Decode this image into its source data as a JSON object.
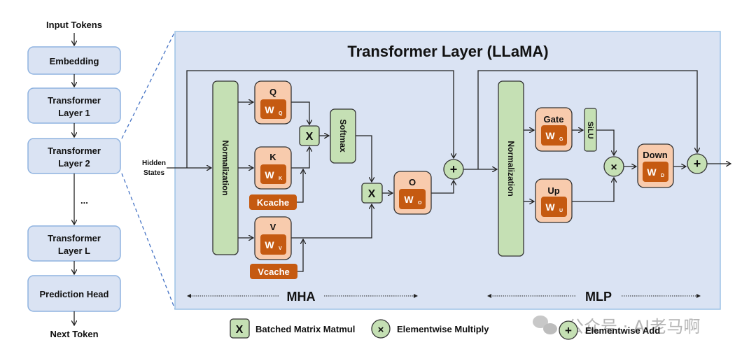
{
  "overview": {
    "input_label": "Input Tokens",
    "output_label": "Next Token",
    "ellipsis": "...",
    "blocks": [
      {
        "id": "embedding",
        "lines": [
          "Embedding"
        ]
      },
      {
        "id": "layer-1",
        "lines": [
          "Transformer",
          "Layer 1"
        ]
      },
      {
        "id": "layer-2",
        "lines": [
          "Transformer",
          "Layer 2"
        ]
      },
      {
        "id": "layer-l",
        "lines": [
          "Transformer",
          "Layer L"
        ]
      },
      {
        "id": "prediction-head",
        "lines": [
          "Prediction Head"
        ]
      }
    ]
  },
  "layer": {
    "title": "Transformer Layer (LLaMA)",
    "hidden_states": [
      "Hidden",
      "States"
    ],
    "mha": {
      "normalization": "Normalization",
      "q": {
        "label": "Q",
        "weight": "W",
        "sub": "Q"
      },
      "k": {
        "label": "K",
        "weight": "W",
        "sub": "K"
      },
      "v": {
        "label": "V",
        "weight": "W",
        "sub": "V"
      },
      "o": {
        "label": "O",
        "weight": "W",
        "sub": "O"
      },
      "kcache": "Kcache",
      "vcache": "Vcache",
      "softmax": "Softmax",
      "section_label": "MHA"
    },
    "mlp": {
      "normalization": "Normalization",
      "gate": {
        "label": "Gate",
        "weight": "W",
        "sub": "G"
      },
      "up": {
        "label": "Up",
        "weight": "W",
        "sub": "U"
      },
      "down": {
        "label": "Down",
        "weight": "W",
        "sub": "D"
      },
      "silu": "SiLU",
      "section_label": "MLP"
    },
    "op_symbols": {
      "matmul": "X",
      "multiply": "×",
      "add": "+"
    }
  },
  "legend": [
    {
      "symbol": "X",
      "shape": "square",
      "label": "Batched Matrix Matmul"
    },
    {
      "symbol": "×",
      "shape": "circle",
      "label": "Elementwise Multiply"
    },
    {
      "symbol": "+",
      "shape": "circle",
      "label": "Elementwise Add"
    }
  ],
  "watermark": "公众号 · AI老马啊",
  "colors": {
    "block_fill": "#dae3f3",
    "block_stroke": "#8fb3e0",
    "panel_fill": "#dae3f3",
    "green_fill": "#c5e0b4",
    "peach_fill": "#f8cbad",
    "weight_fill": "#c55a11",
    "dashed": "#4472c4"
  }
}
